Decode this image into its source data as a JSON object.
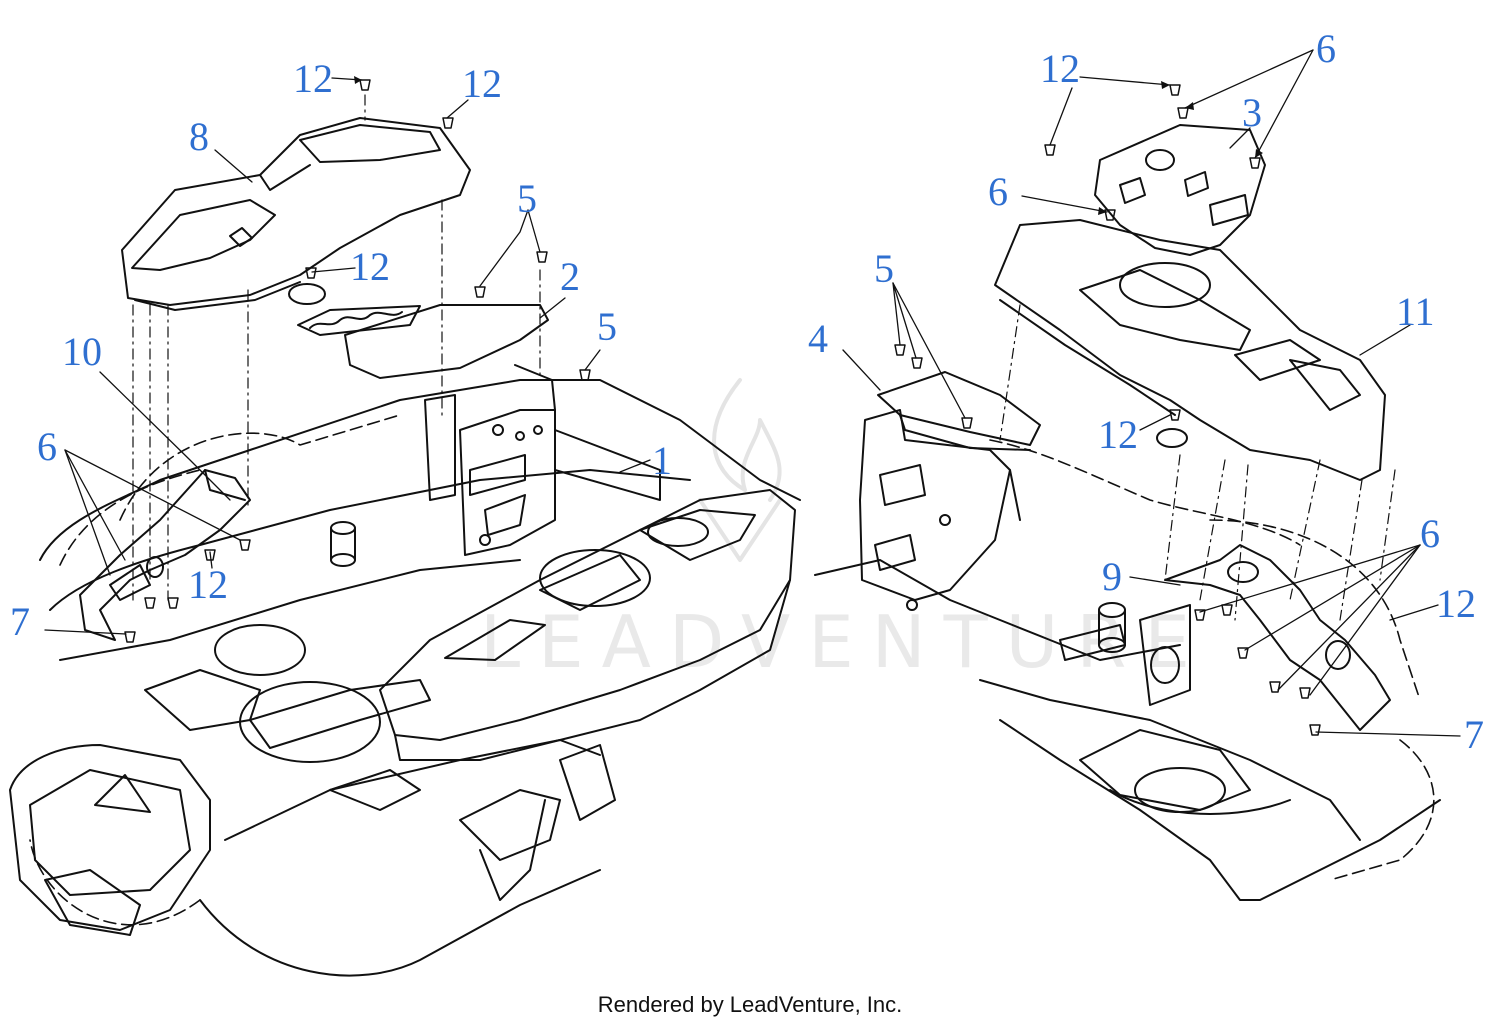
{
  "footer": {
    "text": "Rendered by LeadVenture, Inc."
  },
  "watermark": {
    "text": "LEADVENTURE"
  },
  "colors": {
    "label": "#2f6fd0",
    "line": "#111111"
  },
  "icons": [
    "leadventure-flame-logo-watermark"
  ],
  "callouts": [
    {
      "id": "c1",
      "label": "12"
    },
    {
      "id": "c2",
      "label": "12"
    },
    {
      "id": "c3",
      "label": "8"
    },
    {
      "id": "c4",
      "label": "12"
    },
    {
      "id": "c5",
      "label": "5"
    },
    {
      "id": "c6",
      "label": "2"
    },
    {
      "id": "c7",
      "label": "5"
    },
    {
      "id": "c8",
      "label": "10"
    },
    {
      "id": "c9",
      "label": "6"
    },
    {
      "id": "c10",
      "label": "1"
    },
    {
      "id": "c11",
      "label": "12"
    },
    {
      "id": "c12",
      "label": "7"
    },
    {
      "id": "c13",
      "label": "12"
    },
    {
      "id": "c14",
      "label": "6"
    },
    {
      "id": "c15",
      "label": "3"
    },
    {
      "id": "c16",
      "label": "6"
    },
    {
      "id": "c17",
      "label": "5"
    },
    {
      "id": "c18",
      "label": "4"
    },
    {
      "id": "c19",
      "label": "11"
    },
    {
      "id": "c20",
      "label": "12"
    },
    {
      "id": "c21",
      "label": "6"
    },
    {
      "id": "c22",
      "label": "9"
    },
    {
      "id": "c23",
      "label": "12"
    },
    {
      "id": "c24",
      "label": "7"
    }
  ]
}
